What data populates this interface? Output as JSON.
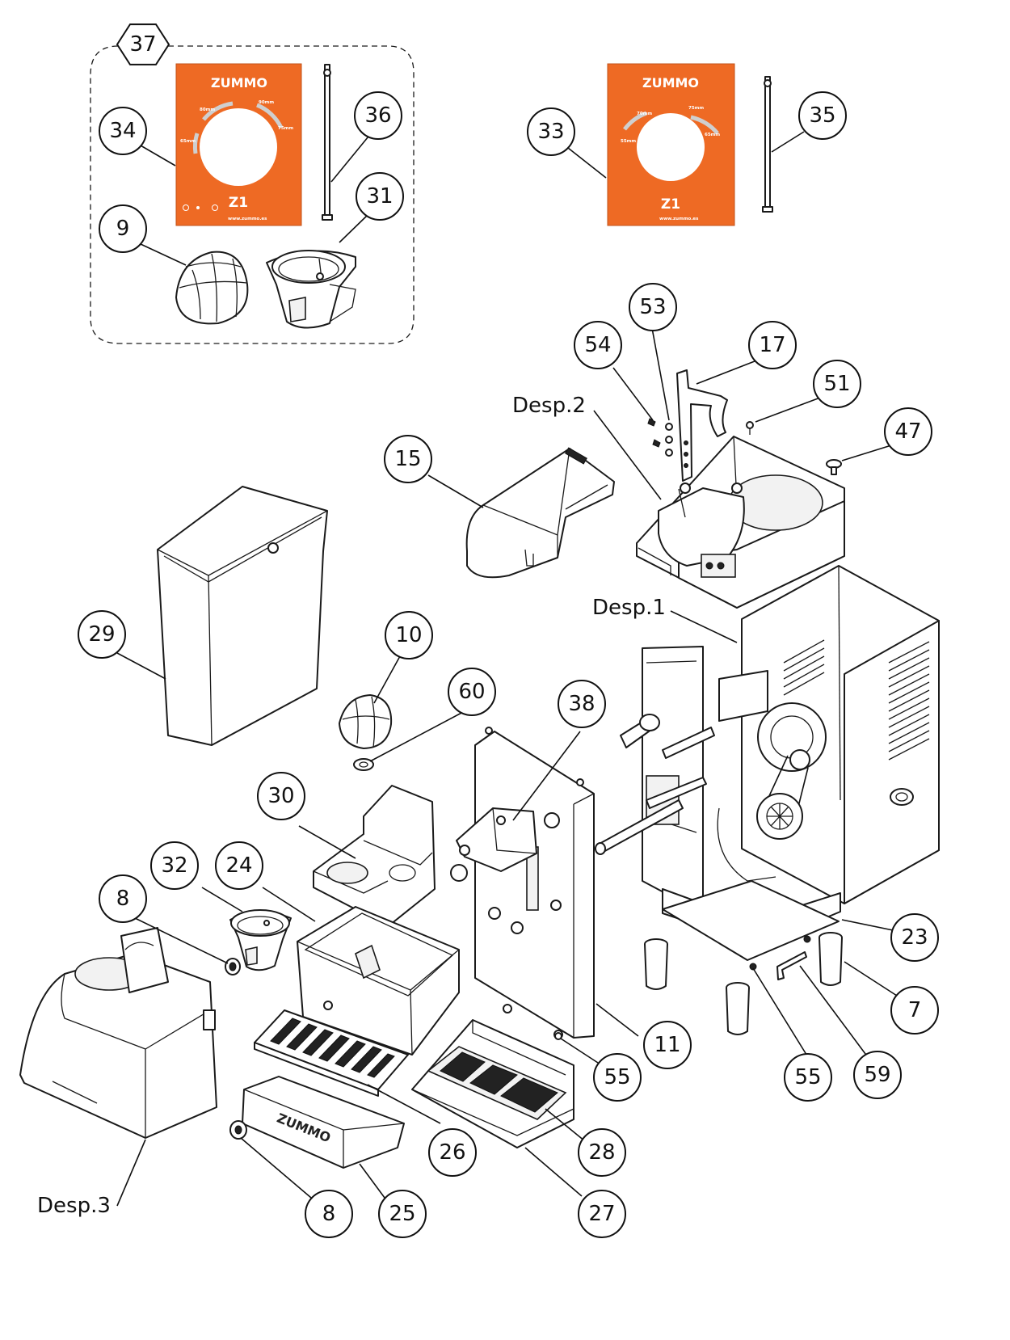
{
  "diagram": {
    "callouts": [
      {
        "id": "c37",
        "number": "37",
        "hex": true
      },
      {
        "id": "c34",
        "number": "34"
      },
      {
        "id": "c36",
        "number": "36"
      },
      {
        "id": "c31",
        "number": "31"
      },
      {
        "id": "c9",
        "number": "9"
      },
      {
        "id": "c33",
        "number": "33"
      },
      {
        "id": "c35",
        "number": "35"
      },
      {
        "id": "c53",
        "number": "53"
      },
      {
        "id": "c54",
        "number": "54"
      },
      {
        "id": "c17",
        "number": "17"
      },
      {
        "id": "c51",
        "number": "51"
      },
      {
        "id": "c47",
        "number": "47"
      },
      {
        "id": "c15",
        "number": "15"
      },
      {
        "id": "c29",
        "number": "29"
      },
      {
        "id": "c10",
        "number": "10"
      },
      {
        "id": "c60",
        "number": "60"
      },
      {
        "id": "c38",
        "number": "38"
      },
      {
        "id": "c30",
        "number": "30"
      },
      {
        "id": "c32",
        "number": "32"
      },
      {
        "id": "c24",
        "number": "24"
      },
      {
        "id": "c8a",
        "number": "8"
      },
      {
        "id": "c23",
        "number": "23"
      },
      {
        "id": "c7",
        "number": "7"
      },
      {
        "id": "c11",
        "number": "11"
      },
      {
        "id": "c55a",
        "number": "55"
      },
      {
        "id": "c55b",
        "number": "55"
      },
      {
        "id": "c59",
        "number": "59"
      },
      {
        "id": "c26",
        "number": "26"
      },
      {
        "id": "c28",
        "number": "28"
      },
      {
        "id": "c27",
        "number": "27"
      },
      {
        "id": "c25",
        "number": "25"
      },
      {
        "id": "c8b",
        "number": "8"
      }
    ],
    "labels": {
      "desp1": "Desp.1",
      "desp2": "Desp.2",
      "desp3": "Desp.3"
    },
    "stickers": {
      "brand": "ZUMMO",
      "model": "Z1",
      "sticker34_sizes": [
        "80mm",
        "90mm",
        "65mm",
        "75mm"
      ],
      "sticker33_sizes": [
        "70mm",
        "75mm",
        "55mm",
        "65mm"
      ],
      "website": "www.zummo.es"
    },
    "drawer_brand": "ZUMMO",
    "colors": {
      "sticker_orange": "#ee6a24",
      "line": "#1a1a1a"
    }
  }
}
